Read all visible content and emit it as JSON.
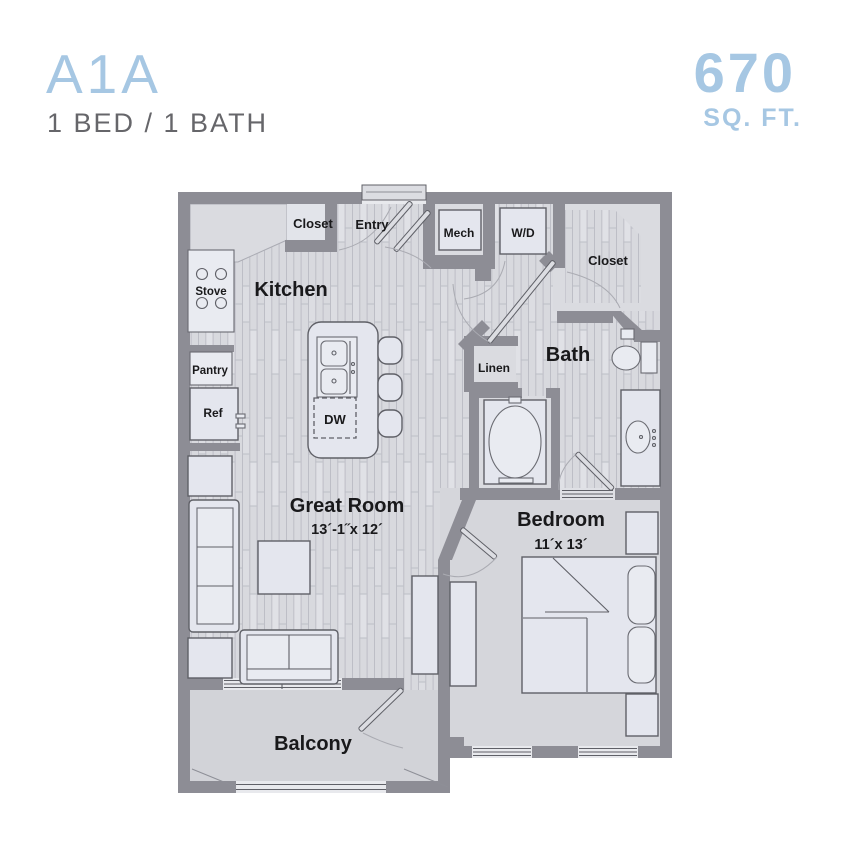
{
  "header": {
    "plan_name": "A1A",
    "plan_type": "1 BED / 1 BATH",
    "area_value": "670",
    "area_unit": "SQ. FT."
  },
  "colors": {
    "accent_blue": "#a6c7e3",
    "text_gray": "#66666a",
    "wall_gray": "#8d8d95",
    "floor_light": "#d8d9de",
    "label_dark": "#19191b"
  },
  "rooms": {
    "kitchen": {
      "label": "Kitchen"
    },
    "great_room": {
      "label": "Great Room",
      "dimensions": "13´-1˝x 12´"
    },
    "bedroom": {
      "label": "Bedroom",
      "dimensions": "11´x 13´"
    },
    "bath": {
      "label": "Bath"
    },
    "balcony": {
      "label": "Balcony"
    },
    "entry": {
      "label": "Entry"
    },
    "entry_closet": {
      "label": "Closet"
    },
    "walk_in_closet": {
      "label": "Closet"
    },
    "linen": {
      "label": "Linen"
    },
    "mech": {
      "label": "Mech"
    },
    "laundry": {
      "label": "W/D"
    }
  },
  "fixtures": {
    "stove": "Stove",
    "pantry": "Pantry",
    "refrigerator": "Ref",
    "dishwasher": "DW"
  }
}
